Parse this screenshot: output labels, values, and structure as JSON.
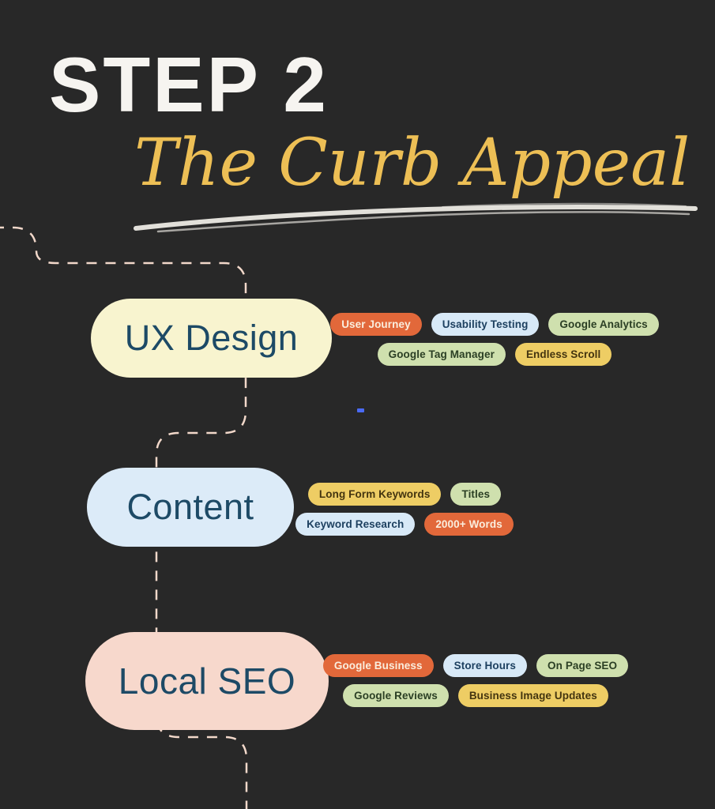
{
  "title": {
    "step": "STEP 2",
    "subtitle": "The Curb Appeal"
  },
  "palette": {
    "background": "#282828",
    "step_text": "#f6f4f0",
    "subtitle_gold": "#edbf55",
    "underline_scribble": "#eceae4",
    "dashed_line": "#f2d8ca",
    "node_text": "#1d4a66",
    "node_ux_design_bg": "#f8f4cf",
    "node_content_bg": "#dcebf8",
    "node_local_seo_bg": "#f7d8cc",
    "tag_orange_bg": "#e2683a",
    "tag_blue_bg": "#d8e9f7",
    "tag_green_bg": "#cfe0ae",
    "tag_yellow_bg": "#eecd64",
    "blue_dash_accent": "#4a6af5"
  },
  "nodes": [
    {
      "label": "UX Design",
      "tag_rows": [
        [
          "User Journey",
          "Usability Testing",
          "Google Analytics"
        ],
        [
          "Google Tag Manager",
          "Endless Scroll"
        ]
      ]
    },
    {
      "label": "Content",
      "tag_rows": [
        [
          "Long Form Keywords",
          "Titles"
        ],
        [
          "Keyword Research",
          "2000+ Words"
        ]
      ]
    },
    {
      "label": "Local SEO",
      "tag_rows": [
        [
          "Google Business",
          "Store Hours",
          "On Page SEO"
        ],
        [
          "Google Reviews",
          "Business Image Updates"
        ]
      ]
    }
  ]
}
